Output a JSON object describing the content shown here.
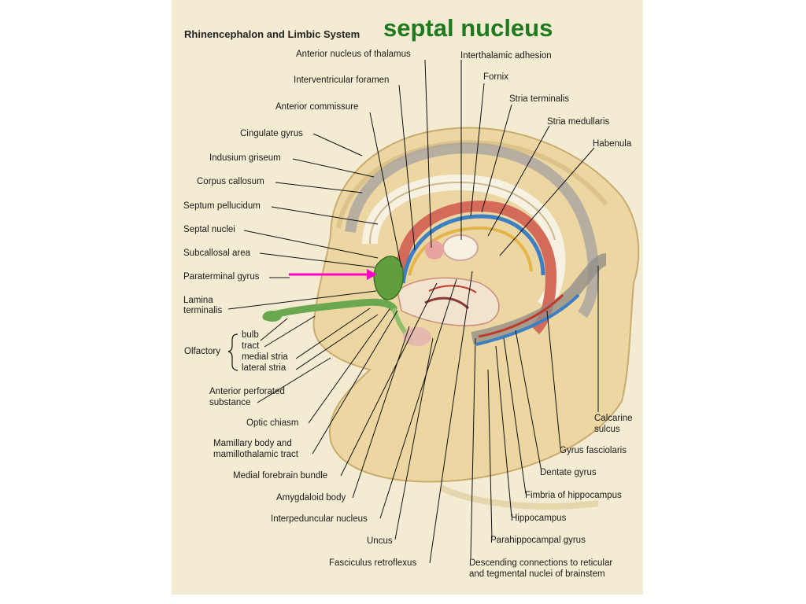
{
  "slide_title": "septal nucleus",
  "plate_title": "Rhinencephalon and Limbic System",
  "labels": {
    "anterior_nucleus_thalamus": "Anterior nucleus of thalamus",
    "interthalamic_adhesion": "Interthalamic adhesion",
    "interventricular_foramen": "Interventricular foramen",
    "fornix": "Fornix",
    "anterior_commissure": "Anterior commissure",
    "stria_terminalis": "Stria terminalis",
    "stria_medullaris": "Stria medullaris",
    "cingulate_gyrus": "Cingulate gyrus",
    "habenula": "Habenula",
    "indusium_griseum": "Indusium griseum",
    "corpus_callosum": "Corpus callosum",
    "septum_pellucidum": "Septum pellucidum",
    "septal_nuclei": "Septal nuclei",
    "subcallosal_area": "Subcallosal area",
    "paraterminal_gyrus": "Paraterminal gyrus",
    "lamina_terminalis_1": "Lamina",
    "lamina_terminalis_2": "terminalis",
    "olfactory": "Olfactory",
    "olf_bulb": "bulb",
    "olf_tract": "tract",
    "olf_medial": "medial stria",
    "olf_lateral": "lateral stria",
    "anterior_perforated_1": "Anterior perforated",
    "anterior_perforated_2": "substance",
    "optic_chiasm": "Optic chiasm",
    "mamillary_1": "Mamillary body and",
    "mamillary_2": "mamillothalamic tract",
    "medial_forebrain_bundle": "Medial forebrain bundle",
    "amygdaloid_body": "Amygdaloid body",
    "interpeduncular_nucleus": "Interpeduncular nucleus",
    "uncus": "Uncus",
    "fasciculus_retroflexus": "Fasciculus retroflexus",
    "calcarine_1": "Calcarine",
    "calcarine_2": "sulcus",
    "gyrus_fasciolaris": "Gyrus fasciolaris",
    "dentate_gyrus": "Dentate gyrus",
    "fimbria_hippocampus": "Fimbria of hippocampus",
    "hippocampus": "Hippocampus",
    "parahippocampal_gyrus": "Parahippocampal gyrus",
    "descending_1": "Descending connections to reticular",
    "descending_2": "and tegmental nuclei of brainstem"
  },
  "colors": {
    "background": "#f4ecd2",
    "cortex": "#ecd6a2",
    "title_green": "#1f7a1f",
    "arrow": "#ff00cc",
    "fornix_red": "#c0392b",
    "stria_blue": "#2f6fb6",
    "septal_green": "#5f9e3a",
    "tract_yellow": "#d9a441"
  }
}
